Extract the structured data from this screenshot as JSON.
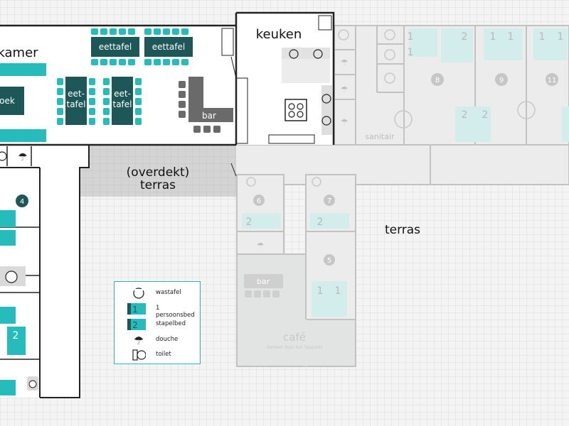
{
  "colors": {
    "dark_teal": "#1e5757",
    "bright_teal": "#27bcbc",
    "wall": "#222222",
    "faded_wall": "#c2c2c2",
    "faded_fill": "#e3e6e6",
    "grid": "#e0e0e0"
  },
  "rooms": {
    "woonkamer": "kamer",
    "keuken": "keuken",
    "overdekt_line1": "(overdekt)",
    "overdekt_line2": "terras",
    "terras": "terras",
    "sanitair": "sanitair",
    "cafe": "café",
    "cafe_note": "(beheer door het Tappunt)"
  },
  "furniture": {
    "eettafel_1": "eettafel",
    "eettafel_2": "eettafel",
    "eet_tafel_a": [
      "eet-",
      "tafel"
    ],
    "eet_tafel_b": [
      "eet-",
      "tafel"
    ],
    "hoek": "oek",
    "bar": "bar",
    "cafe_bar": "bar"
  },
  "room_numbers": {
    "r4": "4",
    "r5": "5",
    "r6": "6",
    "r7": "7",
    "r8": "8",
    "r9": "9",
    "r11": "11"
  },
  "bed_numbers": {
    "b8_top": "2",
    "b8_left": "1",
    "b8_left2": "1",
    "b9_top_a": "1",
    "b9_top_b": "1",
    "b8_bottom": "2",
    "b9_bottom": "2",
    "b11_top_a": "1",
    "b11_top_b": "1",
    "b6": "2",
    "b7": "2",
    "b5_a": "1",
    "b5_b": "1",
    "bleft_2": "2"
  },
  "legend": {
    "items": [
      {
        "icon": "sink-icon",
        "label": "wastafel"
      },
      {
        "icon": "single-bed-icon",
        "label": "1 persoonsbed",
        "num": "1"
      },
      {
        "icon": "bunk-bed-icon",
        "label": "stapelbed",
        "num": "2"
      },
      {
        "icon": "shower-icon",
        "label": "douche"
      },
      {
        "icon": "toilet-icon",
        "label": "toilet"
      }
    ]
  }
}
